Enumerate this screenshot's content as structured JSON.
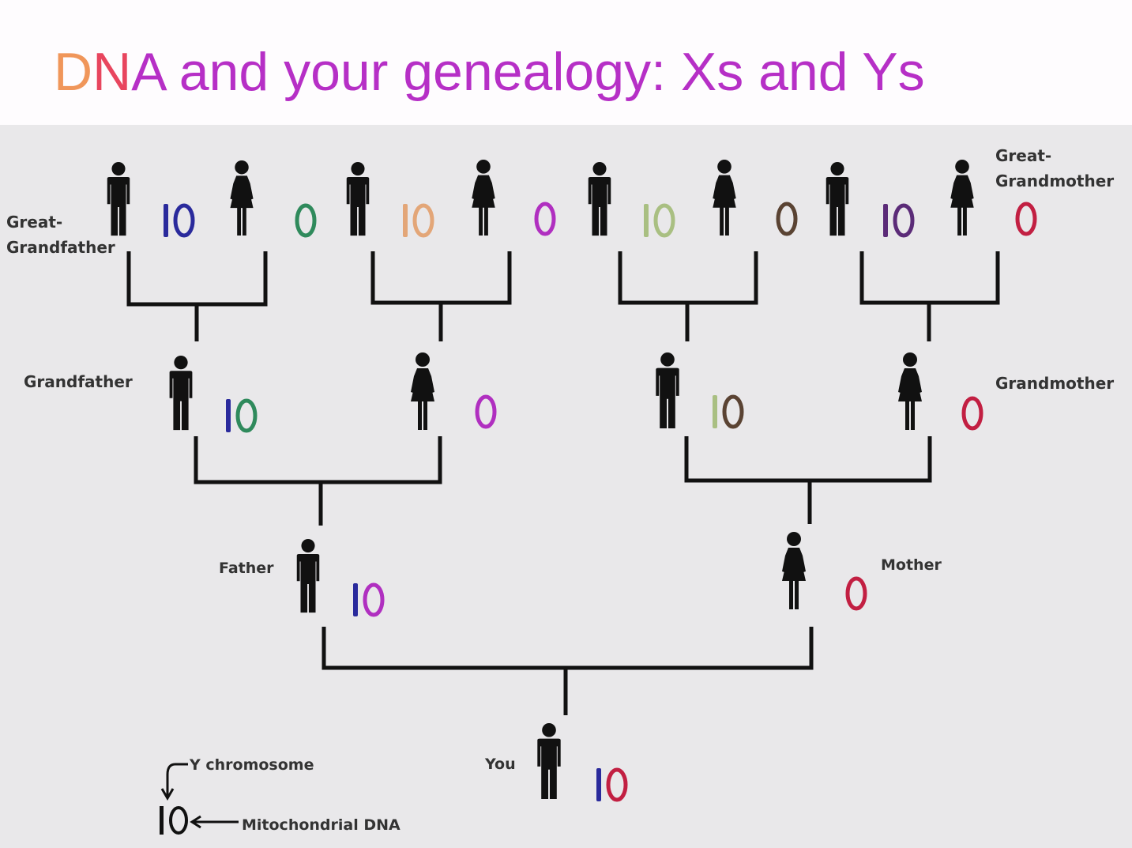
{
  "title": {
    "part_d": "D",
    "part_n": "N",
    "rest": "A and your genealogy: Xs and Ys"
  },
  "labels": {
    "great_grandfather_line1": "Great-",
    "great_grandfather_line2": "Grandfather",
    "great_grandmother_line1": "Great-",
    "great_grandmother_line2": "Grandmother",
    "grandfather": "Grandfather",
    "grandmother": "Grandmother",
    "father": "Father",
    "mother": "Mother",
    "you": "You"
  },
  "legend": {
    "y_chromosome": "Y chromosome",
    "mitochondrial_dna": "Mitochondrial DNA",
    "color": "#1a1a1a"
  },
  "people": [
    {
      "id": "great-grandfather-1",
      "sex": "male",
      "y_color": "#2a2a9c",
      "mt_color": "#2a2a9c"
    },
    {
      "id": "great-grandmother-1",
      "sex": "female",
      "mt_color": "#2f8a5c"
    },
    {
      "id": "great-grandfather-2",
      "sex": "male",
      "y_color": "#e3a678",
      "mt_color": "#e3a678"
    },
    {
      "id": "great-grandmother-2",
      "sex": "female",
      "mt_color": "#b02fc0"
    },
    {
      "id": "great-grandfather-3",
      "sex": "male",
      "y_color": "#a9bf82",
      "mt_color": "#a9bf82"
    },
    {
      "id": "great-grandmother-3",
      "sex": "female",
      "mt_color": "#5a4333"
    },
    {
      "id": "great-grandfather-4",
      "sex": "male",
      "y_color": "#5b2b78",
      "mt_color": "#5b2b78"
    },
    {
      "id": "great-grandmother-4",
      "sex": "female",
      "mt_color": "#c21f42"
    },
    {
      "id": "paternal-grandfather",
      "sex": "male",
      "y_color": "#2a2a9c",
      "mt_color": "#2f8a5c"
    },
    {
      "id": "paternal-grandmother",
      "sex": "female",
      "mt_color": "#b02fc0"
    },
    {
      "id": "maternal-grandfather",
      "sex": "male",
      "y_color": "#a9bf82",
      "mt_color": "#5a4333"
    },
    {
      "id": "maternal-grandmother",
      "sex": "female",
      "mt_color": "#c21f42"
    },
    {
      "id": "father",
      "sex": "male",
      "y_color": "#2a2a9c",
      "mt_color": "#b02fc0"
    },
    {
      "id": "mother",
      "sex": "female",
      "mt_color": "#c21f42"
    },
    {
      "id": "you",
      "sex": "male",
      "y_color": "#2a2a9c",
      "mt_color": "#c21f42"
    }
  ]
}
